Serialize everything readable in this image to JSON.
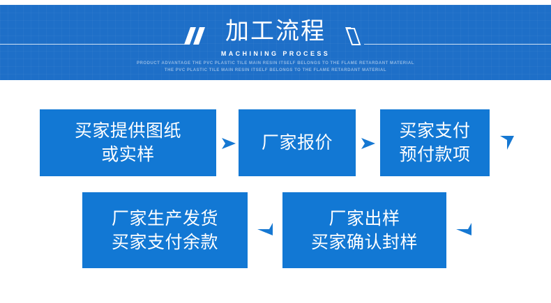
{
  "banner": {
    "title": "加工流程",
    "subtitle": "MACHINING PROCESS",
    "description_line1": "PRODUCT ADVANTAGE THE PVC PLASTIC TILE MAIN RESIN ITSELF BELONGS TO THE FLAME RETARDANT MATERIAL",
    "description_line2": "THE PVC PLASTIC TILE MAIN RESIN ITSELF BELONGS TO THE FLAME RETARDANT MATERIAL",
    "background_color": "#1E6FC8",
    "text_color": "#FFFFFF"
  },
  "flow": {
    "box_color": "#1278D4",
    "arrow_color": "#1678D2",
    "steps": [
      {
        "id": "step-1",
        "line1": "买家提供图纸",
        "line2": "或实样"
      },
      {
        "id": "step-2",
        "line1": "厂家报价",
        "line2": ""
      },
      {
        "id": "step-3",
        "line1": "买家支付",
        "line2": "预付款项"
      },
      {
        "id": "step-4",
        "line1": "厂家出样",
        "line2": "买家确认封样"
      },
      {
        "id": "step-5",
        "line1": "厂家生产发货",
        "line2": "买家支付余款"
      }
    ],
    "arrows": [
      {
        "id": "arrow-1",
        "direction": "right"
      },
      {
        "id": "arrow-2",
        "direction": "right"
      },
      {
        "id": "arrow-3",
        "direction": "down"
      },
      {
        "id": "arrow-4",
        "direction": "left"
      },
      {
        "id": "arrow-5",
        "direction": "left"
      }
    ]
  }
}
